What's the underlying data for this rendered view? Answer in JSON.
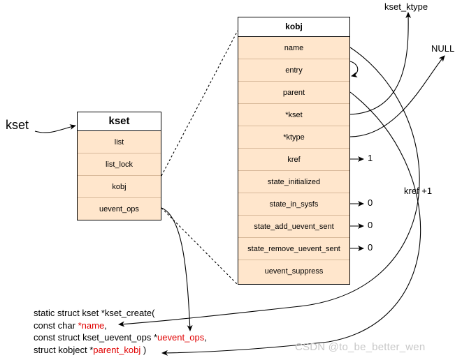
{
  "labels": {
    "kset": "kset",
    "kset_ktype": "kset_ktype",
    "null": "NULL",
    "kref_plus": "kref +1"
  },
  "kset_box": {
    "title": "kset",
    "fields": [
      "list",
      "list_lock",
      "kobj",
      "uevent_ops"
    ]
  },
  "kobj_box": {
    "title": "kobj",
    "fields": [
      "name",
      "entry",
      "parent",
      "*kset",
      "*ktype",
      "kref",
      "state_initialized",
      "state_in_sysfs",
      "state_add_uevent_sent",
      "state_remove_uevent_sent",
      "uevent_suppress"
    ]
  },
  "values": {
    "kref": "1",
    "state_in_sysfs": "0",
    "state_add_uevent_sent": "0",
    "state_remove_uevent_sent": "0"
  },
  "code": {
    "line1": "static struct kset *kset_create(",
    "line2_prefix": "const char ",
    "line2_param": "*name",
    "line2_suffix": ",",
    "line3_prefix": "const struct kset_uevent_ops *",
    "line3_param": "uevent_ops",
    "line3_suffix": ",",
    "line4_prefix": "struct kobject *",
    "line4_param": "parent_kobj",
    "line4_suffix": " )"
  },
  "watermark": "CSDN @to_be_better_wen",
  "colors": {
    "box_fill": "#ffe6cc",
    "param_red": "#e00000",
    "watermark_gray": "#c8c8c8"
  }
}
